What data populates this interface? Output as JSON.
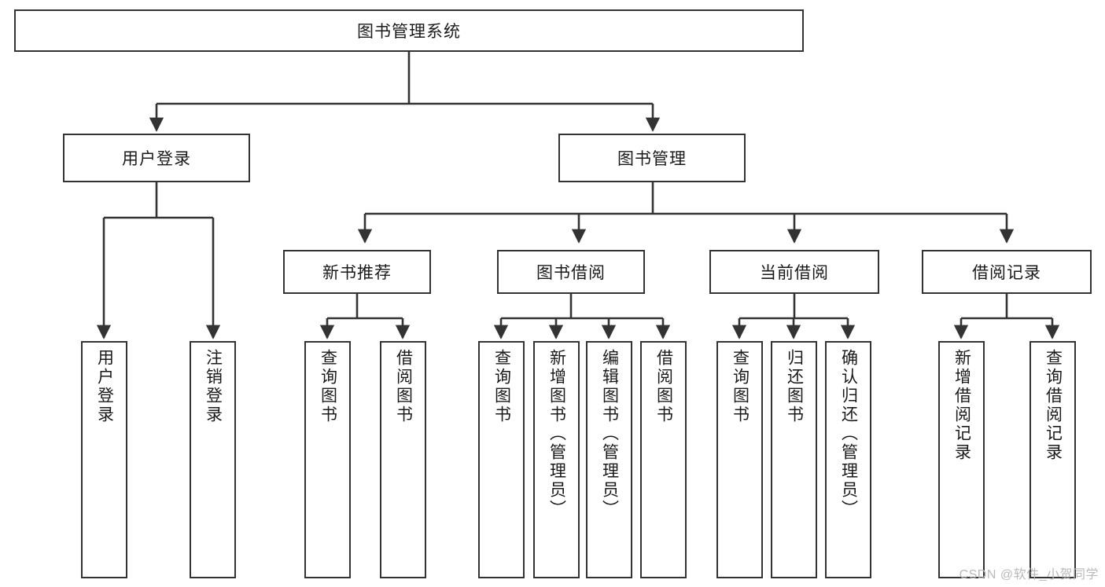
{
  "diagram": {
    "type": "tree",
    "title": "图书管理系统",
    "watermark": "CSDN @软件_小贺同学",
    "colors": {
      "box_border": "#333333",
      "box_fill": "#ffffff",
      "connector": "#333333",
      "text": "#1a1a1a",
      "watermark": "#b9b9b9"
    },
    "root": {
      "label": "图书管理系统"
    },
    "level2": [
      {
        "id": "user-login",
        "label": "用户登录"
      },
      {
        "id": "book-management",
        "label": "图书管理"
      }
    ],
    "level3": [
      {
        "id": "new-book-recommend",
        "label": "新书推荐",
        "parent": "book-management"
      },
      {
        "id": "book-borrow",
        "label": "图书借阅",
        "parent": "book-management"
      },
      {
        "id": "current-borrow",
        "label": "当前借阅",
        "parent": "book-management"
      },
      {
        "id": "borrow-record",
        "label": "借阅记录",
        "parent": "book-management"
      }
    ],
    "leaves": {
      "user_login": [
        {
          "id": "leaf-user-login",
          "label": "用户登录"
        },
        {
          "id": "leaf-user-logout",
          "label": "注销登录"
        }
      ],
      "new_book_recommend": [
        {
          "id": "leaf-query-book-1",
          "label": "查询图书"
        },
        {
          "id": "leaf-borrow-book-1",
          "label": "借阅图书"
        }
      ],
      "book_borrow": [
        {
          "id": "leaf-query-book-2",
          "label": "查询图书"
        },
        {
          "id": "leaf-add-book",
          "label": "新增图书（管理员）"
        },
        {
          "id": "leaf-edit-book",
          "label": "编辑图书（管理员）"
        },
        {
          "id": "leaf-borrow-book-2",
          "label": "借阅图书"
        }
      ],
      "current_borrow": [
        {
          "id": "leaf-query-book-3",
          "label": "查询图书"
        },
        {
          "id": "leaf-return-book",
          "label": "归还图书"
        },
        {
          "id": "leaf-confirm-return",
          "label": "确认归还（管理员）"
        }
      ],
      "borrow_record": [
        {
          "id": "leaf-add-record",
          "label": "新增借阅记录"
        },
        {
          "id": "leaf-query-record",
          "label": "查询借阅记录"
        }
      ]
    }
  }
}
